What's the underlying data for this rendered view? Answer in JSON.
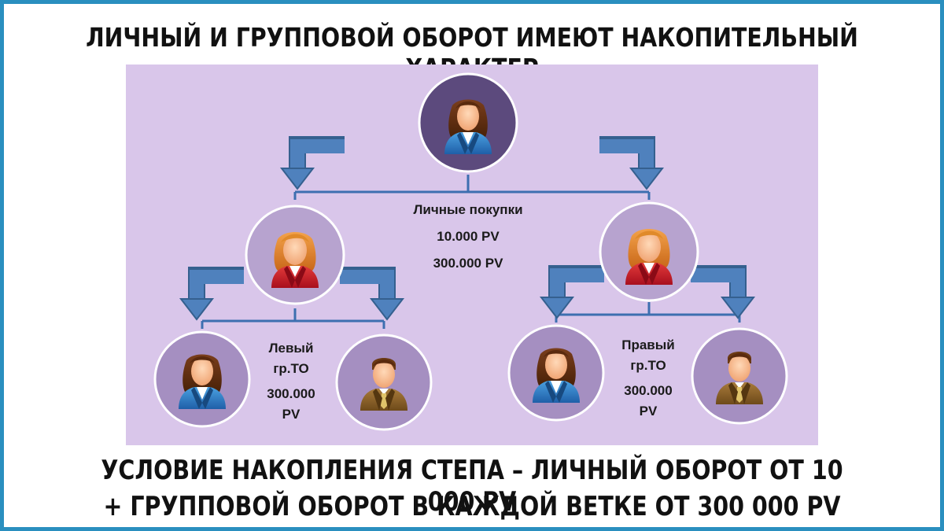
{
  "title": "ЛИЧНЫЙ И ГРУППОВОЙ ОБОРОТ ИМЕЮТ НАКОПИТЕЛЬНЫЙ ХАРАКТЕР",
  "footer": {
    "line1": "УСЛОВИЕ НАКОПЛЕНИЯ СТЕПА – ЛИЧНЫЙ ОБОРОТ ОТ 10 000 PV",
    "line2": "+ ГРУППОВОЙ ОБОРОТ В КАЖДОЙ ВЕТКЕ ОТ 300 000 PV"
  },
  "center_label": {
    "line1": "Личные покупки",
    "line2": "10.000 PV",
    "line3": "300.000 PV"
  },
  "left_label": {
    "line1": "Левый",
    "line2": "гр.ТО",
    "line3": "300.000",
    "line4": "PV"
  },
  "right_label": {
    "line1": "Правый",
    "line2": "гр.ТО",
    "line3": "300.000",
    "line4": "PV"
  },
  "colors": {
    "frame": "#2a8fbf",
    "panel_bg": "#d9c6ea",
    "arrow": "#4f81bd",
    "line": "#3d6fb0",
    "node_dark": "#5c4a7d",
    "node_light": "#b7a3cf",
    "node_mid": "#a58fc1"
  },
  "nodes": [
    {
      "id": "top",
      "icon": "woman-blue-suit-icon"
    },
    {
      "id": "left",
      "icon": "woman-red-suit-icon"
    },
    {
      "id": "right",
      "icon": "woman-red-suit-icon"
    },
    {
      "id": "left-left",
      "icon": "woman-blue-suit-icon"
    },
    {
      "id": "left-right",
      "icon": "man-brown-suit-icon"
    },
    {
      "id": "right-left",
      "icon": "woman-blue-suit-icon"
    },
    {
      "id": "right-right",
      "icon": "man-brown-suit-icon"
    }
  ]
}
